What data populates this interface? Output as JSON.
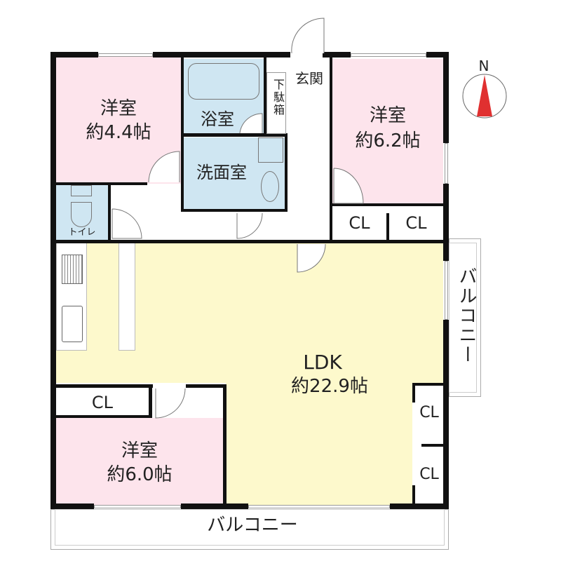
{
  "compass": {
    "label": "N",
    "needle_color": "#e03030"
  },
  "rooms": {
    "western_room_nw": {
      "name": "洋室",
      "size": "約4.4帖"
    },
    "western_room_ne": {
      "name": "洋室",
      "size": "約6.2帖"
    },
    "western_room_sw": {
      "name": "洋室",
      "size": "約6.0帖"
    },
    "bathroom": {
      "name": "浴室"
    },
    "washroom": {
      "name": "洗面室"
    },
    "toilet": {
      "name": "トイレ"
    },
    "entrance": {
      "name": "玄関"
    },
    "shoe_box": {
      "name": "下駄箱"
    },
    "ldk": {
      "name": "LDK",
      "size": "約22.9帖"
    }
  },
  "closets": {
    "ne_left": "CL",
    "ne_right": "CL",
    "sw": "CL",
    "e_upper": "CL",
    "e_lower": "CL"
  },
  "balconies": {
    "east": "バルコニー",
    "south": "バルコニー"
  },
  "colors": {
    "western_room": "#fde4ec",
    "wet_area": "#cfe6f2",
    "ldk": "#fdf9cc",
    "wall": "#111111"
  }
}
